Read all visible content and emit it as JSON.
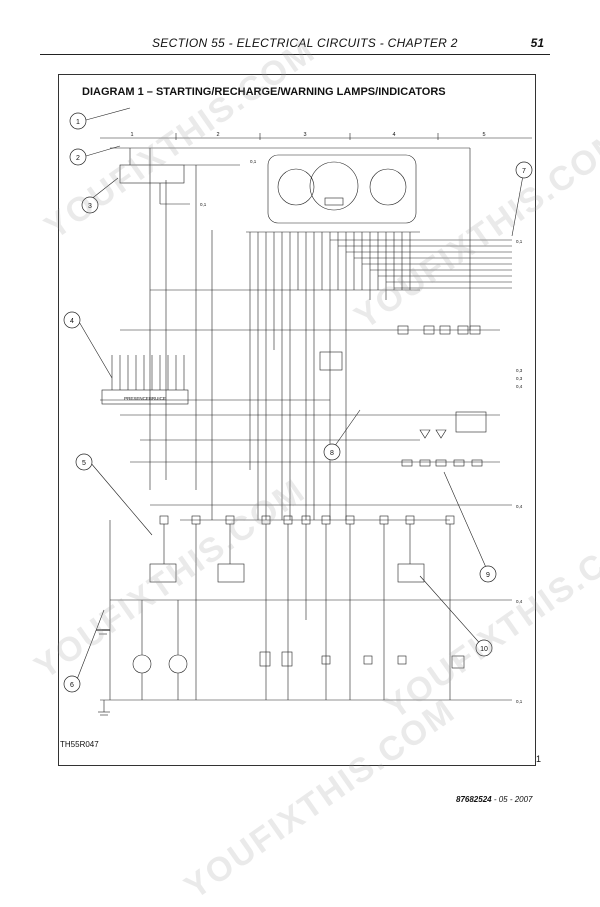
{
  "header": {
    "title": "SECTION 55 - ELECTRICAL CIRCUITS - CHAPTER 2",
    "page_number": "51"
  },
  "diagram": {
    "title": "DIAGRAM 1 – STARTING/RECHARGE/WARNING LAMPS/INDICATORS",
    "column_numbers": [
      "1",
      "2",
      "3",
      "4",
      "5"
    ],
    "callouts": [
      "1",
      "2",
      "3",
      "4",
      "5",
      "6",
      "7",
      "8",
      "9",
      "10"
    ],
    "reference_code": "TH55R047",
    "sheet_number": "1",
    "components": {
      "power_module_label": "PRESENCEBRUICE",
      "wire_tags": [
        "0,1",
        "0,1",
        "0,1",
        "0,3",
        "0,3",
        "0,4",
        "0,4",
        "0,4",
        "0,1"
      ]
    }
  },
  "footer": {
    "doc_number": "87682524",
    "date": "05 - 2007"
  },
  "watermark": "YOUFIXTHIS.COM"
}
